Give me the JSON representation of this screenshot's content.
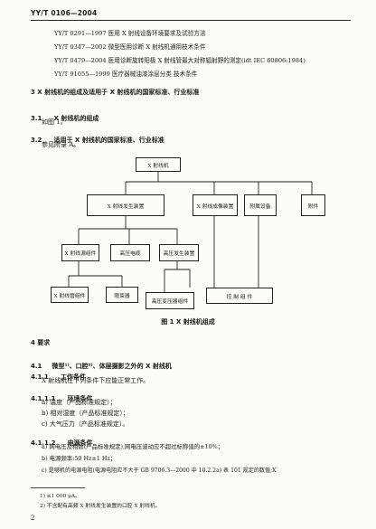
{
  "header": {
    "code": "YY/T 0106—2004"
  },
  "standards": [
    "YY/T 0291—1997  医用 X 射线设备环境要求及试验方法",
    "YY/T 0347—2002  微型医用诊断 X 射线机通用技术条件",
    "YY/T 0479—2004  医用诊断旋转阳极 X 射线管最大对称辐射野的测定(idt IEC 60806:1984)",
    "YY/T 91055—1999  医疗器械油漆涂层分类  技术条件"
  ],
  "section3": {
    "title": "3  X 射线机的组成及适用于 X 射线机的国家标准、行业标准",
    "s31_num": "3.1",
    "s31_title": "X 射线机的组成",
    "s31_text": "如图 1。",
    "s32_num": "3.2",
    "s32_title": "适用于 X 射线机的国家标准、行业标准",
    "s32_text": "参见附录 A。"
  },
  "diagram": {
    "root": "X 射线机",
    "l1_gen": "X 射线发生装置",
    "l1_img": "X 射线成像装置",
    "l1_aux": "附属设备",
    "l1_acc": "附件",
    "l2_head": "X 射线源组件",
    "l2_hvcable": "高压电缆",
    "l2_hvgen": "高压发生装置",
    "l3_tube": "X 射线管组件",
    "l3_limiter": "限束器",
    "l3_hvtank": "高压变压器组件",
    "l3_control": "控 制 组 件",
    "caption": "图 1  X 射线机组成"
  },
  "section4": {
    "title": "4  要求",
    "s41_num": "4.1",
    "s41_title": "微型¹⁾、口腔²⁾、体层摄影之外的 X 射线机",
    "s411_num": "4.1.1",
    "s411_title": "工作条件",
    "s411_text": "X 射线机在下列条件下应能正常工作。",
    "s4111_num": "4.1.1.1",
    "s4111_title": "环境条件",
    "env_items": [
      "a)  温度（产品标准规定）；",
      "b)  相对湿度（产品标准规定）；",
      "c)  大气压力（产品标准规定）。"
    ],
    "s4112_num": "4.1.1.2",
    "s4112_title": "电源条件",
    "power_items": [
      "a)  网电压及相数(产品标准规定),网电压波动应不超过标称值的±10%；",
      "b)  电源频率:50 Hz±1 Hz；",
      "c)  是够机的电源电阻(电源电阻应不大于 GB 9706.3—2000 中 10.2.2a) 表 101 规定的数值;X"
    ]
  },
  "footnotes": [
    "1) ≤1 000 μA。",
    "2) 不含配有高频 X 射线发生装置的口腔 X 射线机。"
  ],
  "page_number": "2"
}
